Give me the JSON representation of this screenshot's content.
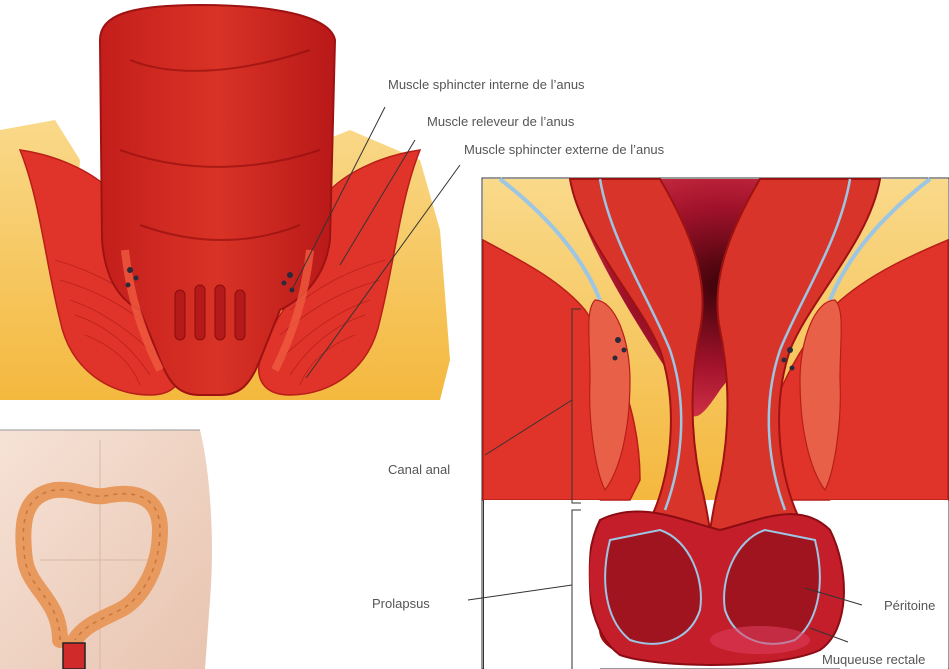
{
  "labels": {
    "internal_sphincter": "Muscle sphincter interne de l’anus",
    "levator_ani": "Muscle releveur de l’anus",
    "external_sphincter": "Muscle sphincter externe de l’anus",
    "anal_canal": "Canal anal",
    "prolapse": "Prolapsus",
    "peritoneum": "Péritoine",
    "rectal_mucosa": "Muqueuse rectale"
  },
  "colors": {
    "muscle": "#e0342a",
    "muscle_dark": "#b81e18",
    "fat": "#f6c04a",
    "rectum_inner": "#c02222",
    "rectum_outer": "#e8452f",
    "lumen_dark": "#5a0612",
    "peritoneum": "#9cc6e4",
    "skin": "#f0d6c8",
    "colon": "#e89a5e",
    "leader": "#333333"
  }
}
